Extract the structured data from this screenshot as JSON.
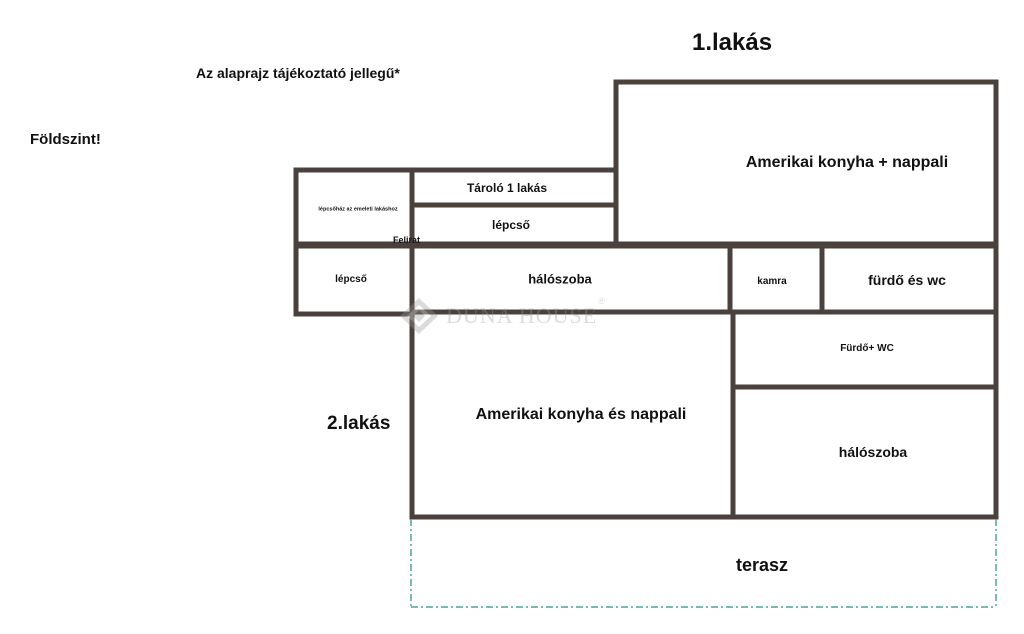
{
  "header": {
    "apartment1_label": "1.lakás",
    "disclaimer": "Az alaprajz tájékoztató jellegű*",
    "floor_label": "Földszint!",
    "apartment2_label": "2.lakás"
  },
  "rooms": {
    "living1": "Amerikai konyha + nappali",
    "storage": "Tároló 1 lakás",
    "stairs_upper": "lépcső",
    "stairwell": "lépcsőház az emeleti lakáshoz",
    "felirat": "Felirat",
    "stairs_lower": "lépcső",
    "bedroom1": "hálószoba",
    "pantry": "kamra",
    "bath1": "fürdő és wc",
    "bath2": "Fürdő+ WC",
    "living2": "Amerikai konyha és nappali",
    "bedroom2": "hálószoba",
    "terrace": "terasz"
  },
  "watermark": {
    "text": "DUNA HOUSE",
    "registered": "®"
  },
  "colors": {
    "wall": "#4a403c",
    "terrace_outline": "#4fa39a",
    "watermark": "#9a9a9a"
  }
}
